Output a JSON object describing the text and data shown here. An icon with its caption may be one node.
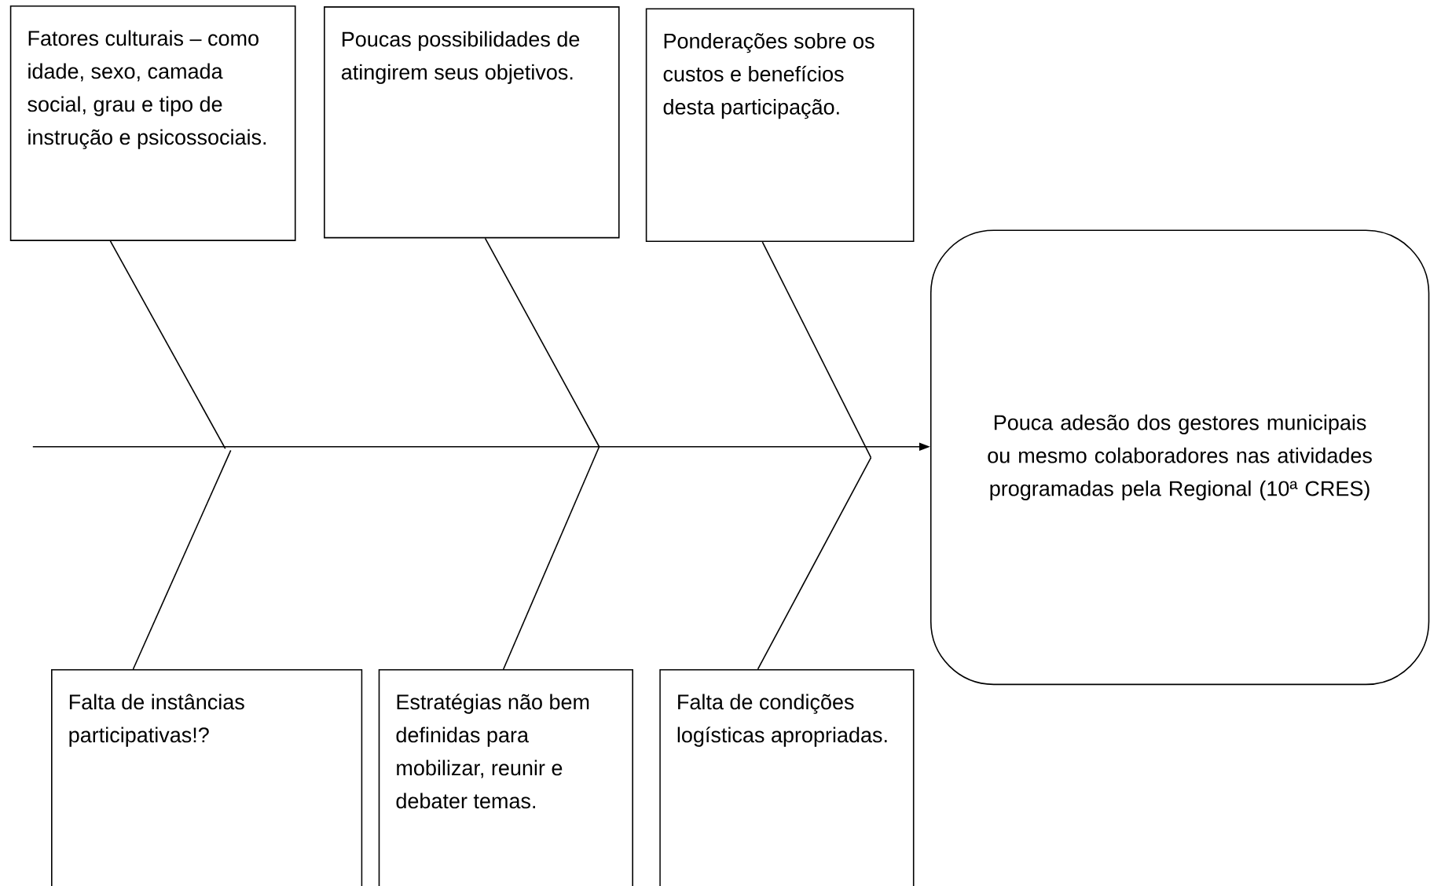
{
  "diagram": {
    "nodes": [
      {
        "text": [
          "Fatores culturais – como idade, sexo, camada social, grau e tipo de instrução e psicossociais."
        ]
      },
      {
        "text": [
          "Poucas possibilidades de atingirem seus objetivos."
        ]
      },
      {
        "text": [
          "Ponderações sobre os custos e benefícios desta participação."
        ]
      },
      {
        "text": [
          "Pouca adesão dos gestores municipais ou mesmo colaboradores nas atividades programadas pela Regional (10ª CRES)"
        ]
      },
      {
        "text": [
          "Falta de instâncias participativas!?"
        ]
      },
      {
        "text": [
          "Estratégias não bem definidas para mobilizar, reunir e debater temas."
        ]
      },
      {
        "text": [
          "Falta de condições logísticas apropriadas."
        ]
      }
    ],
    "edges": [
      {
        "from": null,
        "to": 3,
        "arrow": "to"
      },
      {
        "from": 0,
        "to": null,
        "arrow": "none"
      },
      {
        "from": 1,
        "to": null,
        "arrow": "none"
      },
      {
        "from": 2,
        "to": null,
        "arrow": "none"
      },
      {
        "from": 4,
        "to": null,
        "arrow": "none"
      },
      {
        "from": 5,
        "to": null,
        "arrow": "none"
      },
      {
        "from": 6,
        "to": null,
        "arrow": "none"
      }
    ]
  }
}
